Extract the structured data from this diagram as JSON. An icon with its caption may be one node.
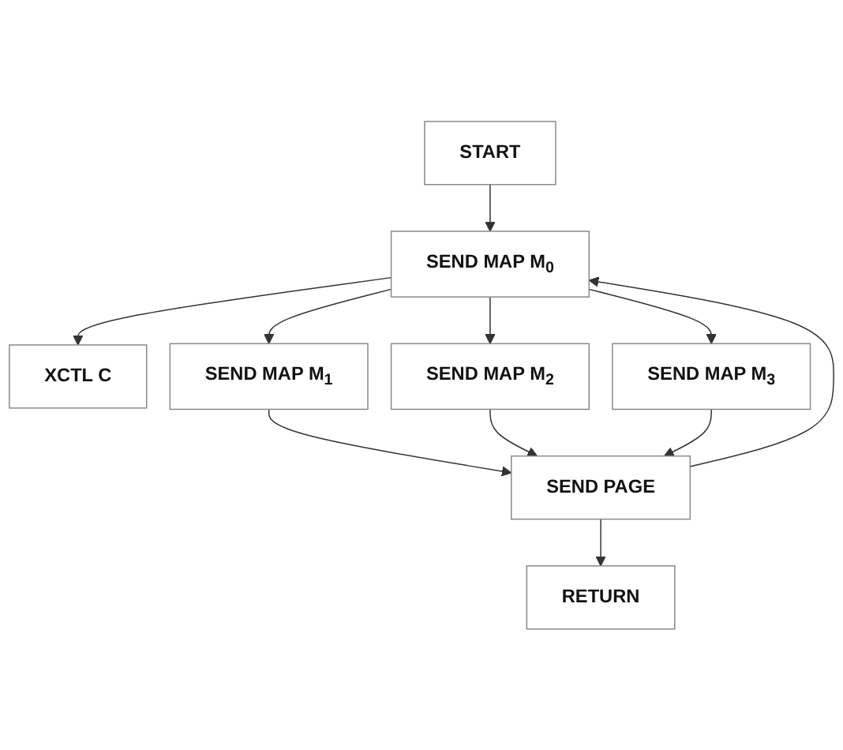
{
  "diagram": {
    "nodes": [
      {
        "text": [
          "START"
        ]
      },
      {
        "text": [
          "SEND MAP M$_{0}$"
        ]
      },
      {
        "text": [
          "XCTL C"
        ]
      },
      {
        "text": [
          "SEND MAP M$_{1}$"
        ]
      },
      {
        "text": [
          "SEND MAP M$_{2}$"
        ]
      },
      {
        "text": [
          "SEND MAP M$_{3}$"
        ]
      },
      {
        "text": [
          "SEND PAGE"
        ]
      },
      {
        "text": [
          "RETURN"
        ]
      }
    ],
    "edges": [
      {
        "from": 0,
        "to": 1,
        "arrow": "to"
      },
      {
        "from": 1,
        "to": 2,
        "arrow": "to"
      },
      {
        "from": 1,
        "to": 3,
        "arrow": "to"
      },
      {
        "from": 1,
        "to": 4,
        "arrow": "to"
      },
      {
        "from": 1,
        "to": 5,
        "arrow": "to"
      },
      {
        "from": 3,
        "to": 6,
        "arrow": "to"
      },
      {
        "from": 4,
        "to": 6,
        "arrow": "to"
      },
      {
        "from": 5,
        "to": 6,
        "arrow": "to"
      },
      {
        "from": 6,
        "to": 7,
        "arrow": "to"
      },
      {
        "from": 6,
        "to": 1,
        "arrow": "to"
      }
    ]
  }
}
